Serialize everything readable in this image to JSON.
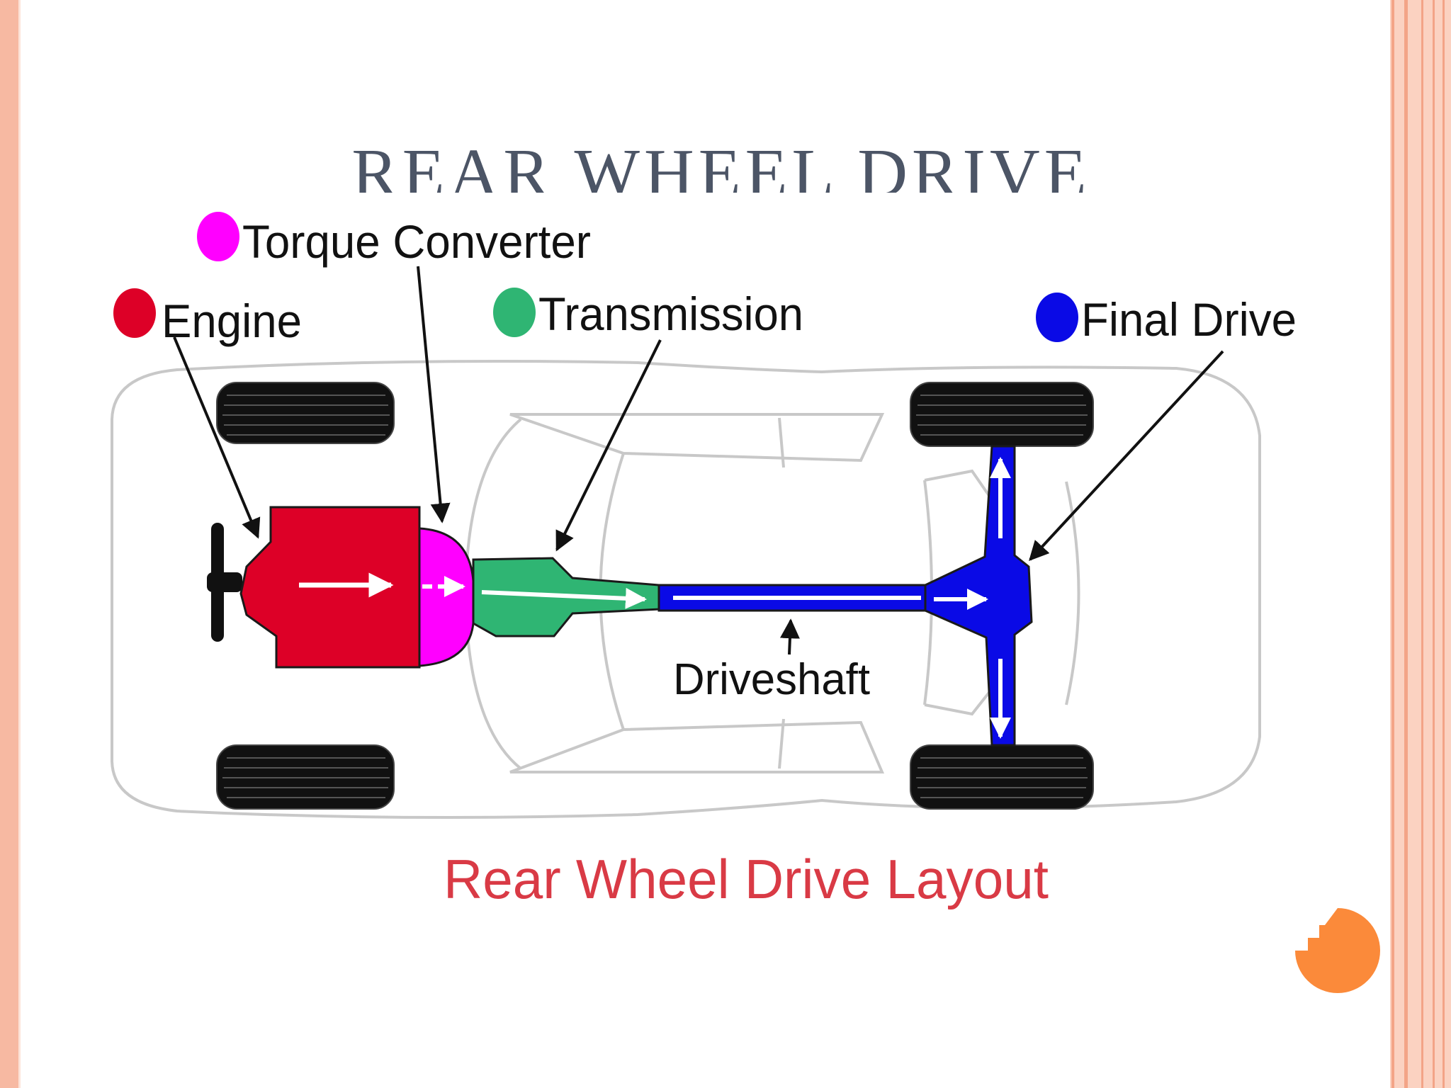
{
  "slide": {
    "title": "REAR WHEEL DRIVE"
  },
  "diagram": {
    "labels": {
      "torque_converter": "Torque Converter",
      "engine": "Engine",
      "transmission": "Transmission",
      "final_drive": "Final Drive",
      "driveshaft": "Driveshaft",
      "caption": "Rear Wheel Drive Layout"
    },
    "colors": {
      "engine": "#dd0027",
      "torque_converter": "#ff00ff",
      "transmission": "#2fb573",
      "final_drive": "#0a0ae6",
      "caption": "#d93a45",
      "accent": "#fb8a3a"
    }
  }
}
